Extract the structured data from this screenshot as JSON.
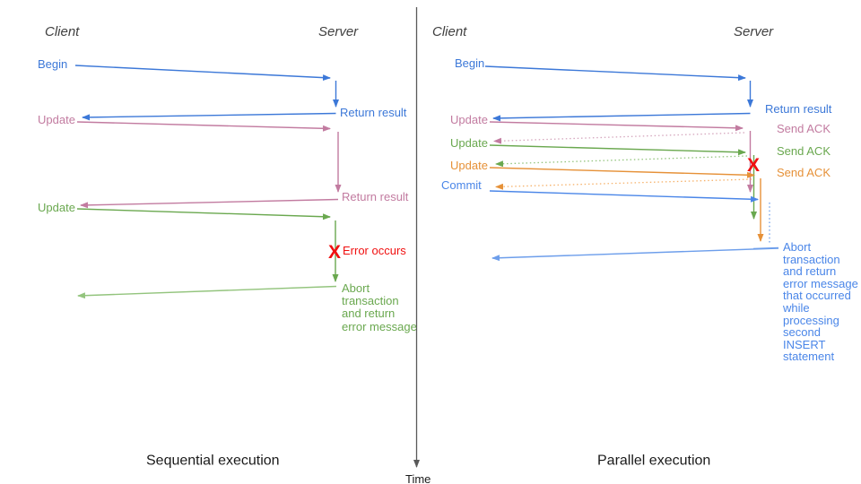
{
  "colors": {
    "blue": "#3c78d8",
    "commit_blue": "#4a86e8",
    "light_blue": "#6d9eeb",
    "pink": "#c27ba0",
    "light_pink": "#d5a6bd",
    "green": "#6aa84f",
    "light_green": "#93c47d",
    "orange": "#e69138",
    "light_orange": "#f6b26b",
    "red": "#f01010",
    "axis": "#595959",
    "heading": "#3f3f3f",
    "title": "#1a1a1a"
  },
  "left": {
    "client": "Client",
    "server": "Server",
    "title": "Sequential execution",
    "begin": "Begin",
    "return_result_1": "Return result",
    "update_1": "Update",
    "return_result_2": "Return result",
    "update_2": "Update",
    "error_mark": "X",
    "error_label": "Error occurs",
    "abort_lines": [
      "Abort",
      "transaction",
      "and return",
      "error message"
    ]
  },
  "right": {
    "client": "Client",
    "server": "Server",
    "title": "Parallel execution",
    "begin": "Begin",
    "return_result": "Return result",
    "update_1": "Update",
    "send_ack_1": "Send ACK",
    "update_2": "Update",
    "send_ack_2": "Send ACK",
    "update_3": "Update",
    "send_ack_3": "Send ACK",
    "commit": "Commit",
    "error_mark": "X",
    "abort_lines": [
      "Abort",
      "transaction",
      "and return",
      "error message",
      "that occurred",
      "while",
      "processing",
      "second",
      "INSERT",
      "statement"
    ]
  },
  "time_axis": {
    "label": "Time"
  }
}
